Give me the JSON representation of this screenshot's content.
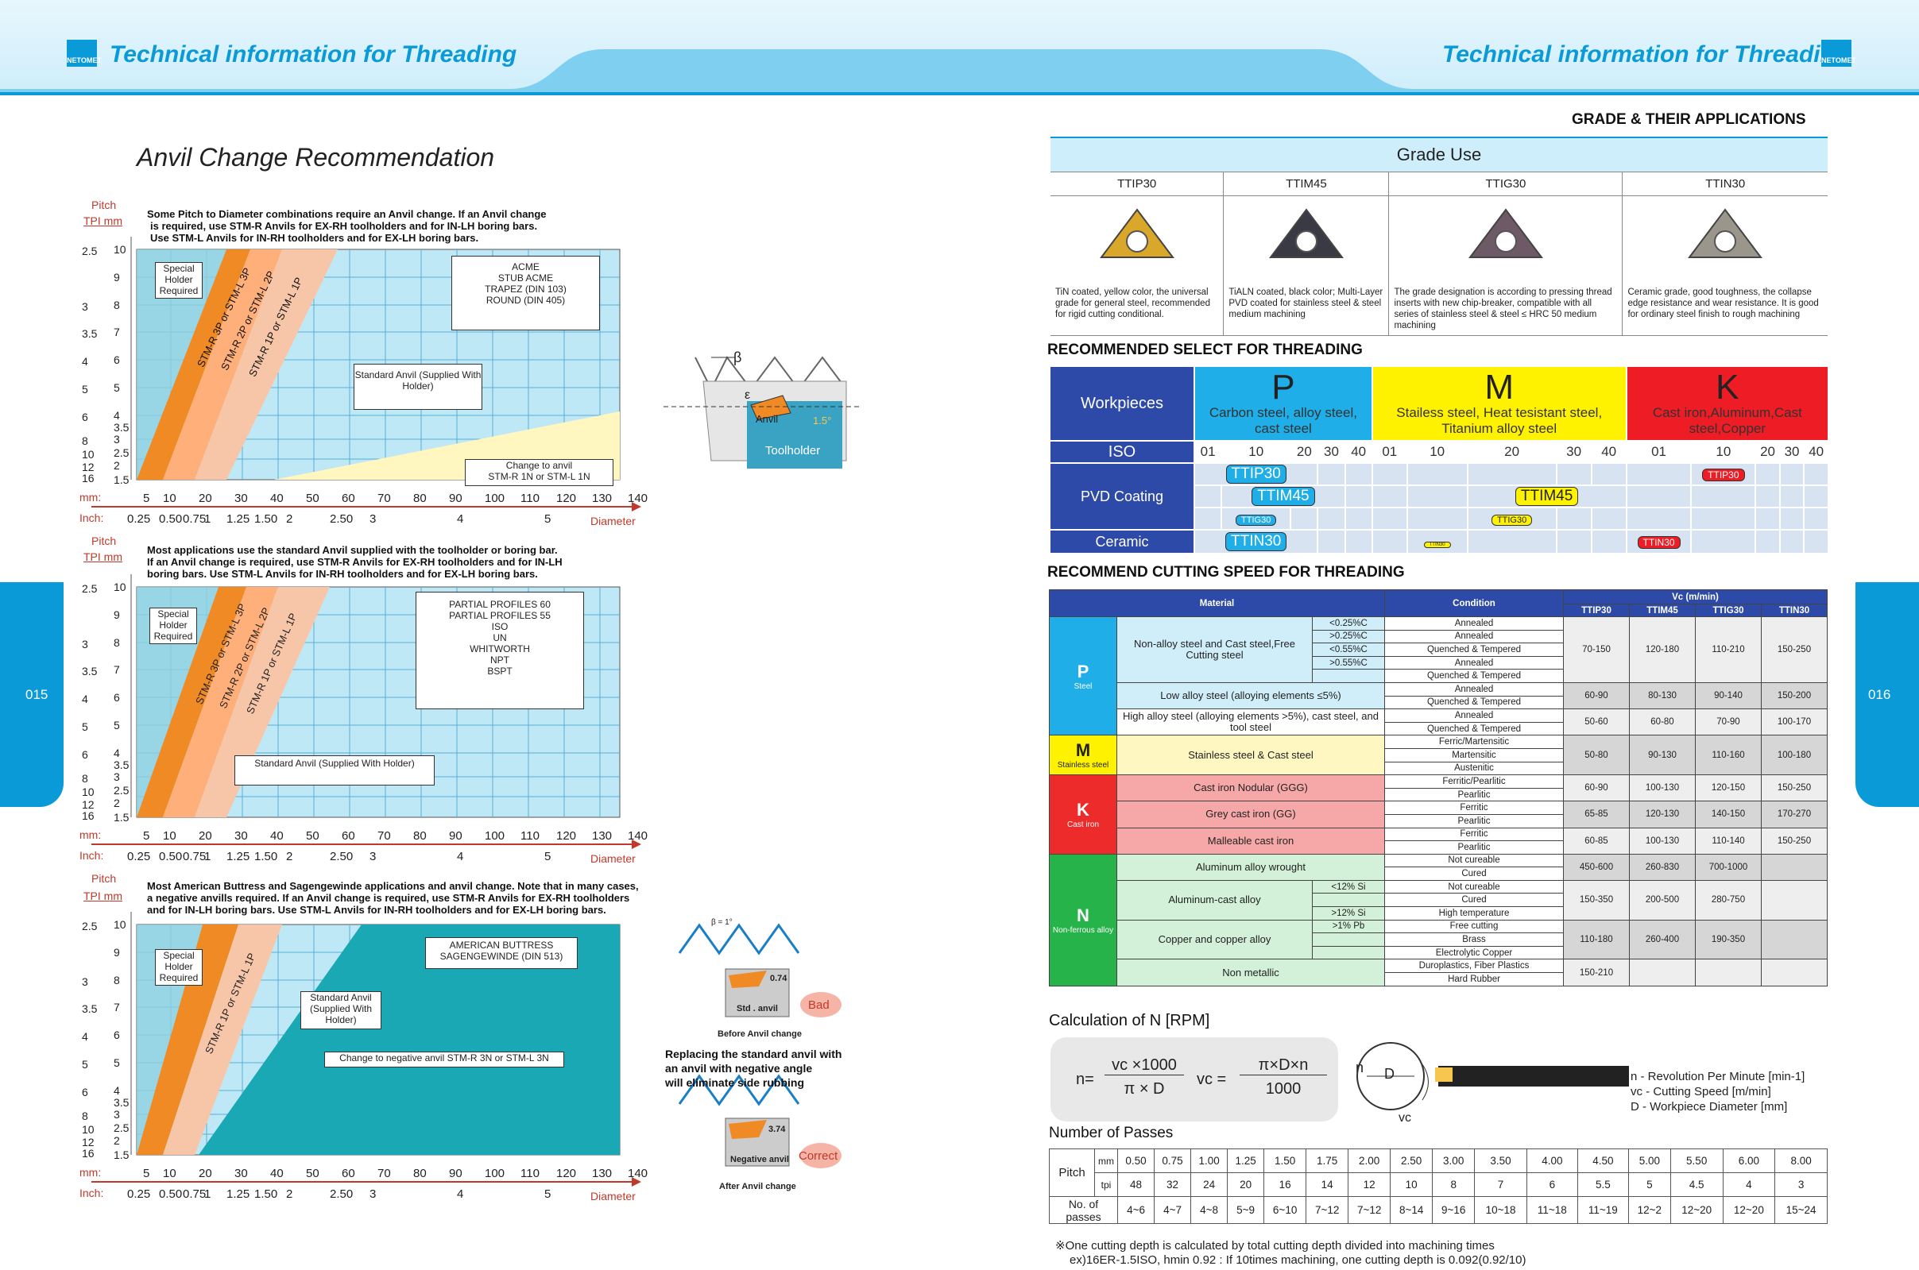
{
  "header": {
    "left_title": "Technical information for Threading",
    "right_title": "Technical information for Threading",
    "logo": "NETOMET"
  },
  "pages": {
    "left": "015",
    "right": "016"
  },
  "anvil": {
    "title": "Anvil Change Recommendation",
    "axis": {
      "pitch": "Pitch",
      "tpi_mm": "TPI mm",
      "mm_label": "mm:",
      "inch_label": "Inch:",
      "diameter": "Diameter",
      "tpi": [
        "2.5",
        "3",
        "3.5",
        "4",
        "5",
        "6",
        "8",
        "10",
        "12",
        "16"
      ],
      "mm": [
        "10",
        "9",
        "8",
        "7",
        "6",
        "5",
        "4",
        "3.5",
        "3",
        "2.5",
        "2",
        "1.5"
      ],
      "dia_mm": [
        "5",
        "10",
        "20",
        "30",
        "40",
        "50",
        "60",
        "70",
        "80",
        "90",
        "100",
        "110",
        "120",
        "130",
        "140"
      ],
      "dia_inch": [
        "0.25",
        "0.50",
        "0.75",
        "1",
        "1.25",
        "1.50",
        "2",
        "2.50",
        "3",
        "4",
        "5"
      ]
    },
    "bands": [
      "STM-R 3P or STM-L 3P",
      "STM-R 2P or STM-L 2P",
      "STM-R 1P or STM-L 1P"
    ],
    "special": "Special Holder Required",
    "std_anvil": "Standard Anvil (Supplied With Holder)",
    "std_anvil2": "Standard Anvil (Supplied With Holder)",
    "charts": [
      {
        "note": [
          "Some Pitch to Diameter combinations require an Anvil change. If an Anvil change",
          "is required, use STM-R Anvils for EX-RH toolholders and for IN-LH boring bars.",
          "Use STM-L Anvils for IN-RH toolholders and for EX-LH boring bars."
        ],
        "profiles": [
          "ACME",
          "STUB ACME",
          "TRAPEZ (DIN 103)",
          "ROUND (DIN 405)"
        ],
        "change": [
          "Change to anvil",
          "STM-R 1N or STM-L 1N"
        ]
      },
      {
        "note": [
          "Most applications use the standard Anvil supplied with the toolholder or boring bar.",
          "If an Anvil change is required, use STM-R Anvils for EX-RH toolholders and for IN-LH",
          "boring bars. Use STM-L Anvils for IN-RH toolholders and for EX-LH boring bars."
        ],
        "profiles": [
          "PARTIAL PROFILES 60",
          "PARTIAL PROFILES 55",
          "ISO",
          "UN",
          "WHITWORTH",
          "NPT",
          "BSPT"
        ]
      },
      {
        "note": [
          "Most American Buttress and Sagengewinde applications and anvil change. Note that in many cases,",
          "a negative anvills required. If an Anvil change is required, use STM-R Anvils for EX-RH toolholders",
          "and for IN-LH boring bars. Use STM-L Anvils for IN-RH toolholders and for EX-LH boring bars."
        ],
        "profiles": [
          "AMERICAN BUTTRESS",
          "SAGENGEWINDE (DIN 513)"
        ],
        "neg": "Change to negative anvil STM-R 3N or STM-L 3N",
        "band3": "STM-R 1P or STM-L 1P"
      }
    ],
    "diagram": {
      "anvil": "Anvil",
      "toolholder": "Toolholder",
      "beta": "β",
      "eps": "ε",
      "angle": "1.5°"
    },
    "compare": {
      "std": "Std . anvil",
      "before": "Before Anvil change",
      "bad": "Bad",
      "neg": "Negative anvil",
      "after": "After  Anvil change",
      "correct": "Correct",
      "v1": "0.74",
      "v2": "3.74",
      "deg": "β = 1°",
      "caption": [
        "Replacing the standard anvil with",
        "an anvil with negative angle",
        "will eliminate side rubbing"
      ]
    }
  },
  "grade": {
    "heading": "GRADE & THEIR APPLICATIONS",
    "use": "Grade Use",
    "items": [
      {
        "name": "TTIP30",
        "desc": "TiN coated, yellow color, the universal grade for general steel, recommended for rigid cutting conditional.",
        "color": "#d9a72a"
      },
      {
        "name": "TTIM45",
        "desc": "TiALN coated, black color; Multi-Layer PVD coated for stainless steel & steel medium machining",
        "color": "#3a3a44"
      },
      {
        "name": "TTIG30",
        "desc": "The grade designation is according to pressing thread inserts with new chip-breaker, compatible with all series of stainless steel & steel ≤ HRC 50 medium machining",
        "color": "#6e5a66"
      },
      {
        "name": "TTIN30",
        "desc": "Ceramic grade, good toughness, the collapse edge resistance and wear resistance. It is good for ordinary steel finish to rough machining",
        "color": "#9a968c"
      }
    ]
  },
  "select": {
    "heading": "RECOMMENDED SELECT FOR THREADING",
    "workpieces": "Workpieces",
    "iso": "ISO",
    "pvd": "PVD Coating",
    "ceramic": "Ceramic",
    "groups": [
      {
        "letter": "P",
        "text": "Carbon steel, alloy steel, cast steel",
        "color": "#1faee8"
      },
      {
        "letter": "M",
        "text": "Stailess steel, Heat tesistant steel, Titanium alloy steel",
        "color": "#fff200"
      },
      {
        "letter": "K",
        "text": "Cast iron,Aluminum,Cast steel,Copper",
        "color": "#ee1c24"
      }
    ],
    "iso_nums": [
      "01",
      "10",
      "20",
      "30",
      "40",
      "01",
      "10",
      "20",
      "30",
      "40",
      "01",
      "10",
      "20",
      "30",
      "40"
    ],
    "pills": {
      "ttip30": "TTIP30",
      "ttim45": "TTIM45",
      "ttig30": "TTIG30",
      "ttin30": "TTIN30"
    }
  },
  "speed": {
    "heading": "RECOMMEND CUTTING SPEED FOR THREADING",
    "h_material": "Material",
    "h_condition": "Condition",
    "h_vc": "Vc (m/min)",
    "grades": [
      "TTIP30",
      "TTIM45",
      "TTIG30",
      "TTIN30"
    ],
    "p": {
      "letter": "P",
      "name": "Steel"
    },
    "m": {
      "letter": "M",
      "name": "Stainless steel"
    },
    "k": {
      "letter": "K",
      "name": "Cast iron"
    },
    "n": {
      "letter": "N",
      "name": "Non-ferrous alloy"
    },
    "rows": {
      "nonalloy": "Non-alloy steel and Cast steel,Free Cutting steel",
      "c1": "<0.25%C",
      "c2": ">0.25%C",
      "c3": "<0.55%C",
      "c4": ">0.55%C",
      "lowalloy": "Low alloy steel (alloying elements ≤5%)",
      "highalloy": "High alloy steel (alloying elements >5%), cast steel, and tool steel",
      "stainless": "Stainless steel & Cast steel",
      "nodular": "Cast iron Nodular (GGG)",
      "grey": "Grey cast iron (GG)",
      "malleable": "Malleable cast iron",
      "wrought": "Aluminum alloy wrought",
      "alcast": "Aluminum-cast alloy",
      "si1": "<12% Si",
      "si2": ">12% Si",
      "copper": "Copper and copper alloy",
      "pb": ">1% Pb",
      "nonmet": "Non metallic"
    },
    "cond": [
      "Annealed",
      "Annealed",
      "Quenched & Tempered",
      "Annealed",
      "Quenched & Tempered",
      "Annealed",
      "Quenched & Tempered",
      "Annealed",
      "Quenched & Tempered",
      "Ferric/Martensitic",
      "Martensitic",
      "Austenitic",
      "Ferritic/Pearlitic",
      "Pearlitic",
      "Ferritic",
      "Pearlitic",
      "Ferritic",
      "Pearlitic",
      "Not cureable",
      "Cured",
      "Not cureable",
      "Cured",
      "High temperature",
      "Free cutting",
      "Brass",
      "Electrolytic Copper",
      "Duroplastics, Fiber Plastics",
      "Hard Rubber"
    ],
    "vals": [
      [
        "70-150",
        "120-180",
        "110-210",
        "150-250"
      ],
      [
        "60-90",
        "80-130",
        "90-140",
        "150-200"
      ],
      [
        "50-60",
        "60-80",
        "70-90",
        "100-170"
      ],
      [
        "50-80",
        "90-130",
        "110-160",
        "100-180"
      ],
      [
        "60-90",
        "100-130",
        "120-150",
        "150-250"
      ],
      [
        "65-85",
        "120-130",
        "140-150",
        "170-270"
      ],
      [
        "60-85",
        "100-130",
        "110-140",
        "150-250"
      ],
      [
        "450-600",
        "260-830",
        "700-1000",
        ""
      ],
      [
        "150-350",
        "200-500",
        "280-750",
        ""
      ],
      [
        "110-180",
        "260-400",
        "190-350",
        ""
      ],
      [
        "150-210",
        "",
        "",
        ""
      ]
    ]
  },
  "calc": {
    "heading": "Calculation of N [RPM]",
    "n": "n=",
    "num1": "vc ×1000",
    "den1": "π × D",
    "vc": "vc =",
    "num2": "π×D×n",
    "den2": "1000",
    "legend": [
      "n - Revolution Per Minute [min-1]",
      "vc - Cutting Speed [m/min]",
      "D - Workpiece Diameter [mm]"
    ],
    "d": "D",
    "nl": "n",
    "vcl": "vc"
  },
  "passes": {
    "heading": "Number of Passes",
    "pitch": "Pitch",
    "mm": "mm",
    "tpi": "tpi",
    "label": "No. of passes",
    "mm_vals": [
      "0.50",
      "0.75",
      "1.00",
      "1.25",
      "1.50",
      "1.75",
      "2.00",
      "2.50",
      "3.00",
      "3.50",
      "4.00",
      "4.50",
      "5.00",
      "5.50",
      "6.00",
      "8.00"
    ],
    "tpi_vals": [
      "48",
      "32",
      "24",
      "20",
      "16",
      "14",
      "12",
      "10",
      "8",
      "7",
      "6",
      "5.5",
      "5",
      "4.5",
      "4",
      "3"
    ],
    "pass_vals": [
      "4~6",
      "4~7",
      "4~8",
      "5~9",
      "6~10",
      "7~12",
      "7~12",
      "8~14",
      "9~16",
      "10~18",
      "11~18",
      "11~19",
      "12~2",
      "12~20",
      "12~20",
      "15~24"
    ],
    "foot": [
      "※One cutting depth is calculated by total cutting depth divided into machining times",
      "ex)16ER-1.5ISO, hmin 0.92 : If 10times machining, one cutting depth is 0.092(0.92/10)"
    ]
  }
}
